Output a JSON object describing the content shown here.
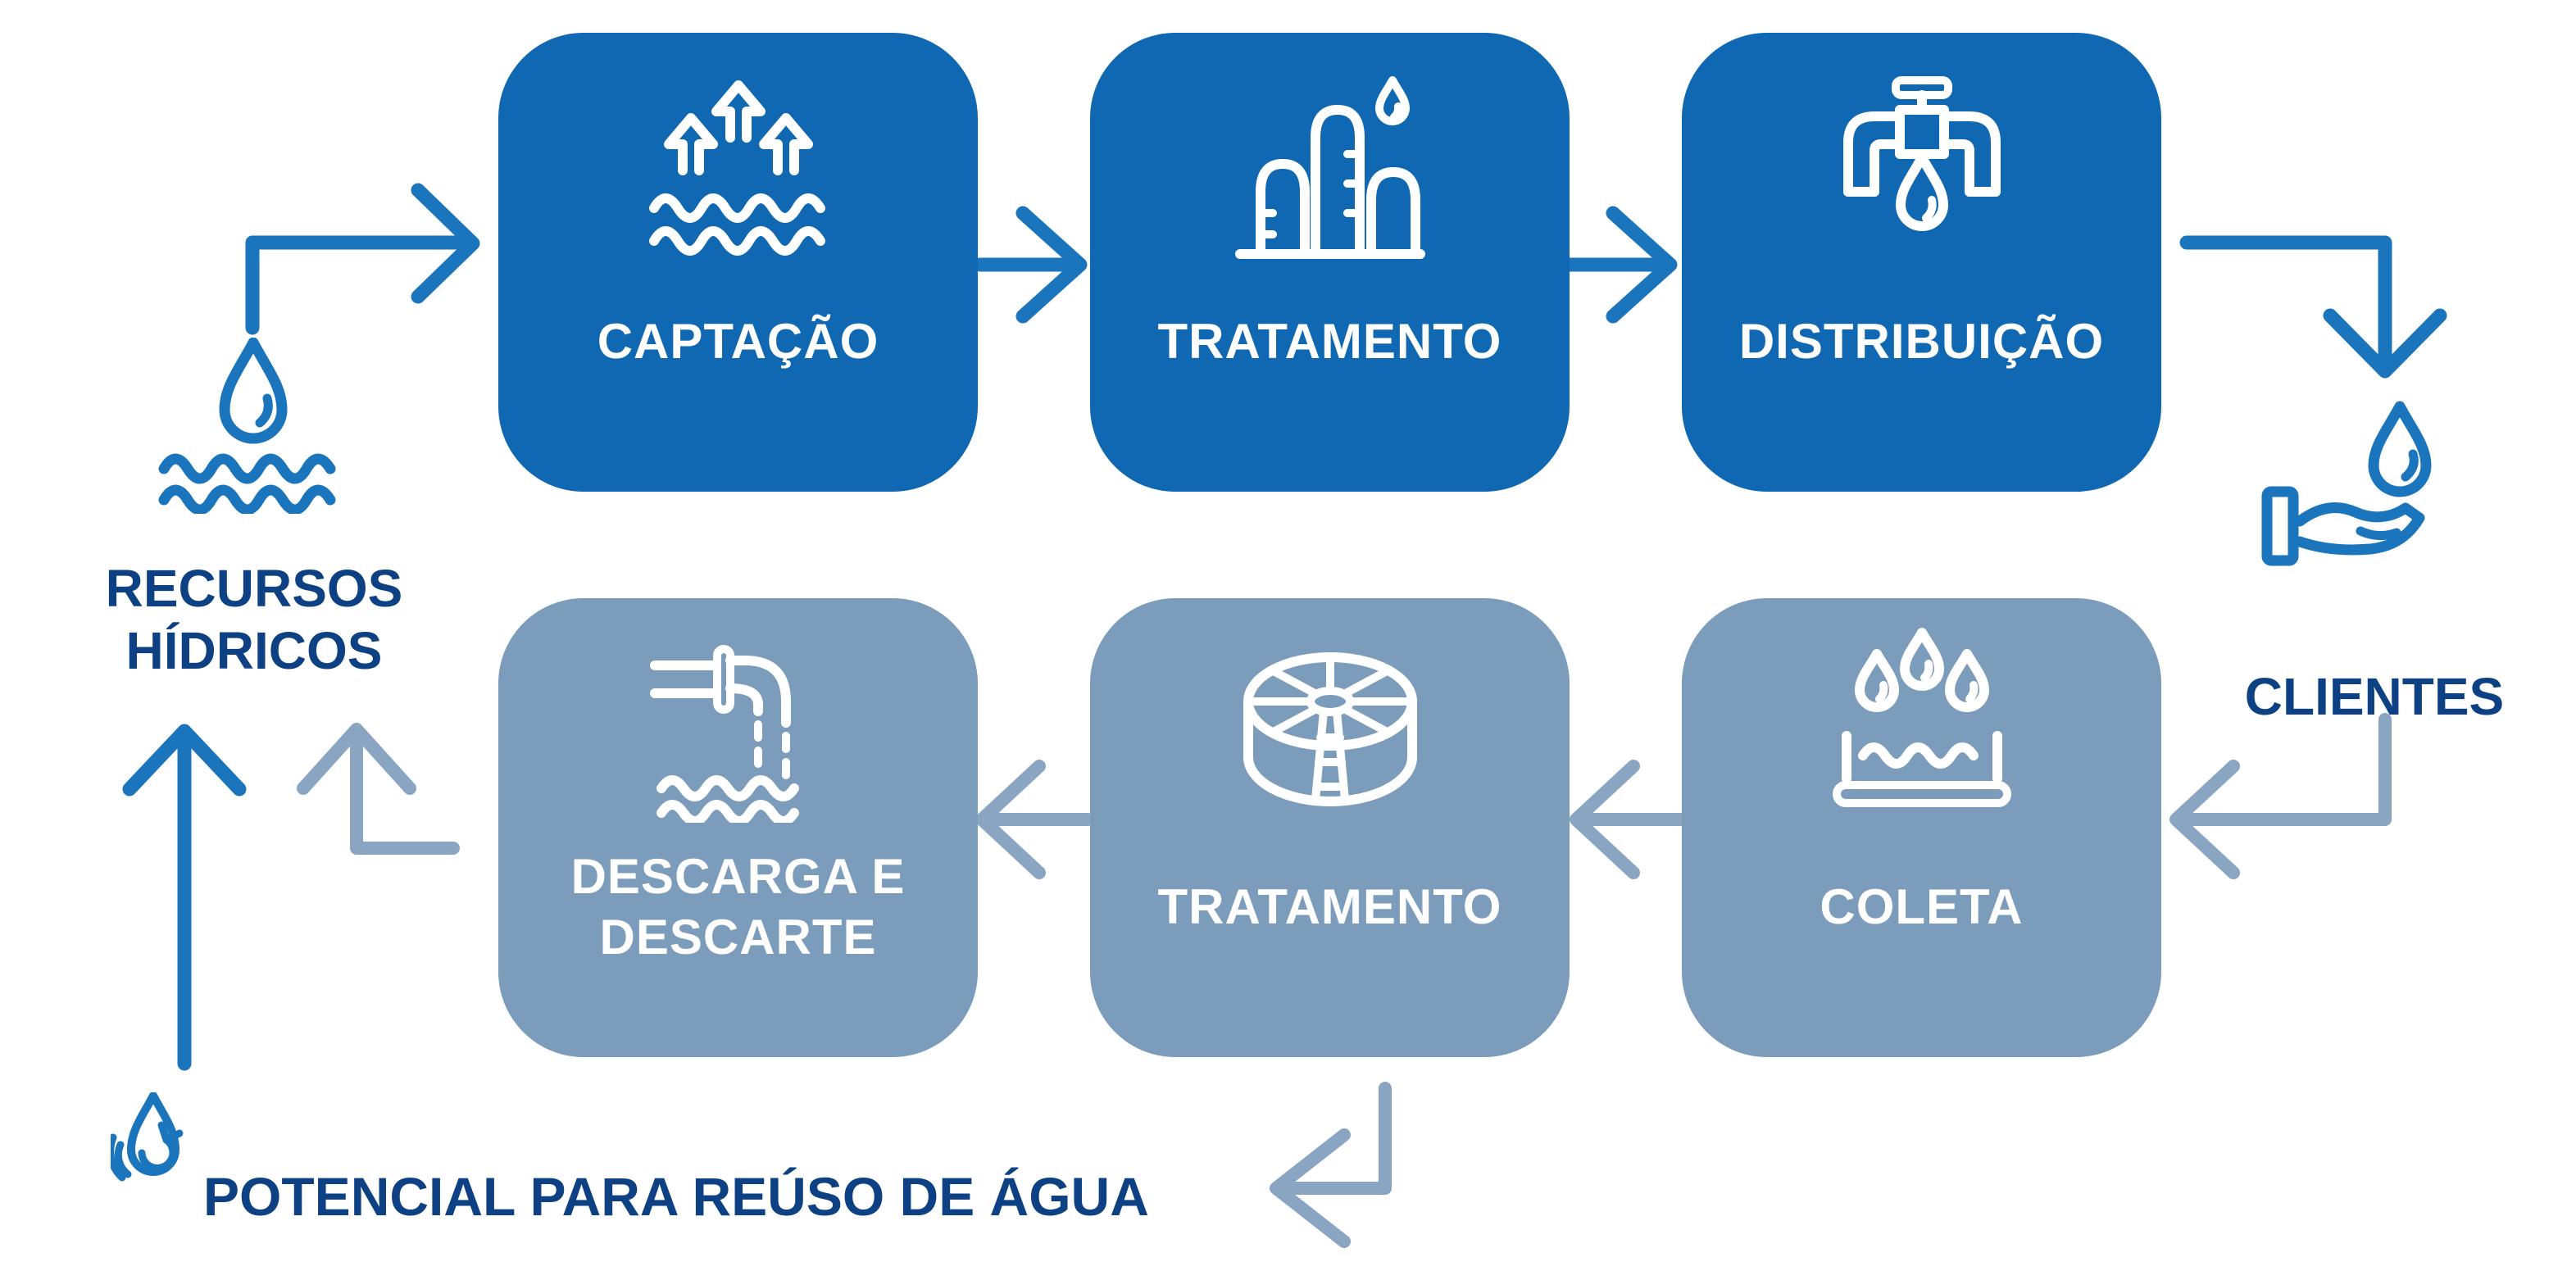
{
  "colors": {
    "box_blue": "#0f68b1",
    "box_gray": "#7b9cba",
    "arrow_blue": "#1b75bc",
    "arrow_gray": "#8aa5c2",
    "navy_text": "#0e4183",
    "white": "#ffffff"
  },
  "stages": {
    "captacao": {
      "label": "CAPTAÇÃO",
      "icon": "arrows-up-from-water-icon"
    },
    "tratamento_agua": {
      "label": "TRATAMENTO",
      "icon": "treatment-tanks-drop-icon"
    },
    "distribuicao": {
      "label": "DISTRIBUIÇÃO",
      "icon": "faucet-water-drop-icon"
    },
    "coleta": {
      "label": "COLETA",
      "icon": "drops-collection-basin-icon"
    },
    "tratamento_esgoto": {
      "label": "TRATAMENTO",
      "icon": "clarifier-tank-icon"
    },
    "descarga": {
      "label_line1": "DESCARGA E",
      "label_line2": "DESCARTE",
      "icon": "discharge-pipe-waves-icon"
    }
  },
  "nodes": {
    "recursos_hidricos": {
      "label_line1": "RECURSOS",
      "label_line2": "HÍDRICOS",
      "icon": "water-drop-waves-icon"
    },
    "clientes": {
      "label": "CLIENTES",
      "icon": "hand-holding-drop-icon"
    },
    "reuso": {
      "label": "POTENCIAL PARA REÚSO DE ÁGUA",
      "icon": "water-reuse-recycle-drop-icon"
    }
  }
}
